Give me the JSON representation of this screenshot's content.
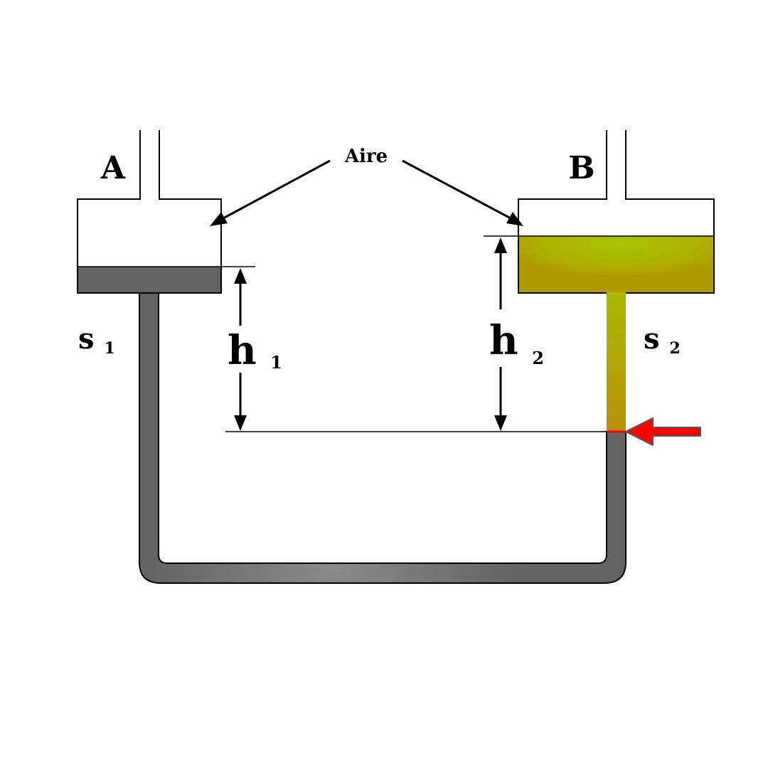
{
  "labels": {
    "vessel_a": "A",
    "vessel_b": "B",
    "air": "Aire",
    "s1_main": "s",
    "s1_sub": "1",
    "s2_main": "s",
    "s2_sub": "2",
    "h1_main": "h",
    "h1_sub": "1",
    "h2_main": "h",
    "h2_sub": "2"
  },
  "colors": {
    "dark_liquid": "#636363",
    "dark_liquid_highlight": "#8a8a8a",
    "light_liquid": "#a8c400",
    "light_liquid_edge": "#b09a00",
    "light_liquid_bottom": "#b8920a",
    "interface_line": "#ff0000",
    "pointer_arrow": "#ff0000"
  },
  "icons": {
    "pointer": "red-left-arrow-icon"
  }
}
